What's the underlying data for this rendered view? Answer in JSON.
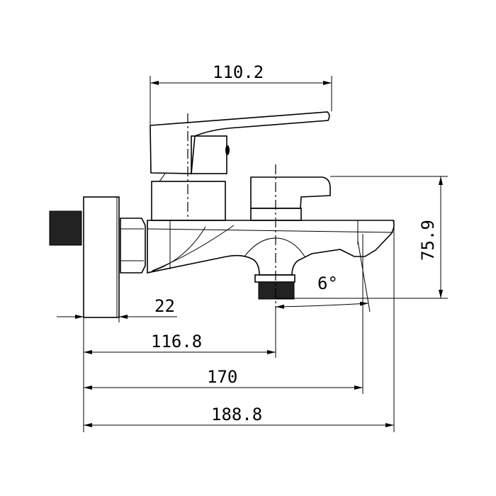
{
  "drawing": {
    "dimensions": {
      "lever_reach": "110.2",
      "height": "75.9",
      "angle": "6°",
      "wall_offset": "22",
      "outlet_distance": "116.8",
      "spout_distance": "170",
      "overall_length": "188.8"
    }
  }
}
